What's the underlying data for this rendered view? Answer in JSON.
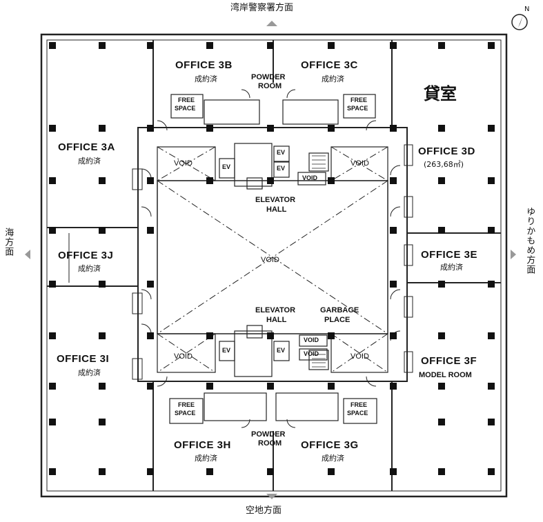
{
  "directions": {
    "north": "湾岸警察署方面",
    "south": "空地方面",
    "west": "海方面",
    "east": "ゆりかもめ方面"
  },
  "compass_label": "N",
  "vacancy_label": "貸室",
  "offices": {
    "3a": {
      "name": "OFFICE 3A",
      "status": "成約済"
    },
    "3b": {
      "name": "OFFICE 3B",
      "status": "成約済"
    },
    "3c": {
      "name": "OFFICE 3C",
      "status": "成約済"
    },
    "3d": {
      "name": "OFFICE 3D",
      "area": "(263,68㎡)"
    },
    "3e": {
      "name": "OFFICE 3E",
      "status": "成約済"
    },
    "3f": {
      "name": "OFFICE 3F",
      "note": "MODEL ROOM"
    },
    "3g": {
      "name": "OFFICE 3G",
      "status": "成約済"
    },
    "3h": {
      "name": "OFFICE 3H",
      "status": "成約済"
    },
    "3i": {
      "name": "OFFICE 3I",
      "status": "成約済"
    },
    "3j": {
      "name": "OFFICE 3J",
      "status": "成約済"
    }
  },
  "rooms": {
    "powder_room_top": [
      "POWDER",
      "ROOM"
    ],
    "powder_room_bottom": [
      "POWDER",
      "ROOM"
    ],
    "elevator_hall_top": [
      "ELEVATOR",
      "HALL"
    ],
    "elevator_hall_bottom": [
      "ELEVATOR",
      "HALL"
    ],
    "garbage_place": [
      "GARBAGE",
      "PLACE"
    ],
    "free_space": [
      "FREE",
      "SPACE"
    ],
    "void": "VOID",
    "ev": "EV"
  }
}
